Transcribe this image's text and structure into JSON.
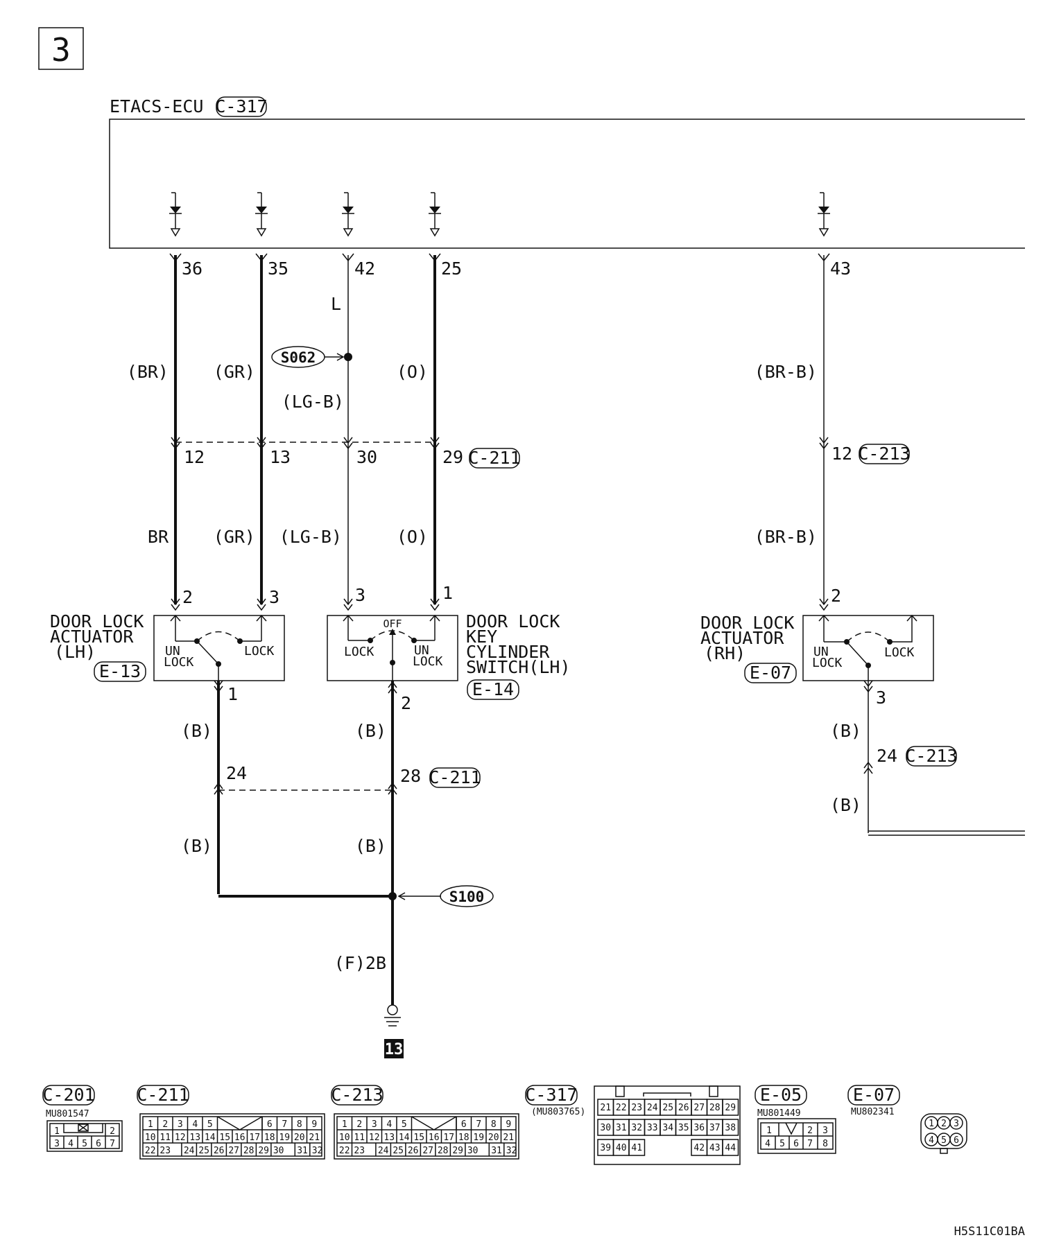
{
  "page": {
    "section_number": "3",
    "footer_code": "H5S11C01BA"
  },
  "ecu": {
    "title": "ETACS-ECU",
    "connector": "C-317"
  },
  "wires": {
    "w36": {
      "top_pin": "36",
      "upper_color": "(BR)",
      "mid_pin": "12",
      "lower_color": "BR",
      "dev_pin": "2"
    },
    "w35": {
      "top_pin": "35",
      "upper_color": "(GR)",
      "mid_pin": "13",
      "lower_color": "(GR)",
      "dev_pin": "3"
    },
    "w42": {
      "top_pin": "42",
      "upper_color": "L",
      "splice_color": "(LG-B)",
      "mid_pin": "30",
      "lower_color": "(LG-B)",
      "dev_pin": "3"
    },
    "w25": {
      "top_pin": "25",
      "upper_color": "(O)",
      "mid_pin": "29",
      "mid_connector": "C-211",
      "lower_color": "(O)",
      "dev_pin": "1"
    },
    "w43": {
      "top_pin": "43",
      "upper_color": "(BR-B)",
      "mid_pin": "12",
      "mid_connector": "C-213",
      "lower_color": "(BR-B)",
      "dev_pin": "2"
    }
  },
  "splices": {
    "s062": "S062",
    "s100": "S100"
  },
  "devices": {
    "lh_actuator": {
      "line1": "DOOR LOCK",
      "line2": "ACTUATOR",
      "line3": "(LH)",
      "connector": "E-13",
      "unlock1": "UN",
      "unlock2": "LOCK",
      "lock": "LOCK",
      "bottom_pin": "1"
    },
    "key_switch": {
      "line1": "DOOR LOCK",
      "line2": "KEY",
      "line3": "CYLINDER",
      "line4": "SWITCH(LH)",
      "connector": "E-14",
      "off": "OFF",
      "lock": "LOCK",
      "unlock1": "UN",
      "unlock2": "LOCK",
      "bottom_pin": "2"
    },
    "rh_actuator": {
      "line1": "DOOR LOCK",
      "line2": "ACTUATOR",
      "line3": "(RH)",
      "connector": "E-07",
      "unlock1": "UN",
      "unlock2": "LOCK",
      "lock": "LOCK",
      "bottom_pin": "3"
    }
  },
  "ground": {
    "lh_pin": "24",
    "sw_pin": "28",
    "connector": "C-211",
    "colors": {
      "a": "(B)",
      "b": "(B)",
      "c": "(B)",
      "d": "(B)"
    },
    "ground_wire": "(F)2B",
    "ground_point": "13",
    "rh_color_upper": "(B)",
    "rh_pin": "24",
    "rh_connector": "C-213",
    "rh_color_lower": "(B)"
  },
  "connectors": {
    "c201": {
      "name": "C-201",
      "part": "MU801547",
      "rows": [
        [
          "1",
          "",
          "2"
        ],
        [
          "3",
          "4",
          "5",
          "6",
          "7"
        ]
      ]
    },
    "c211": {
      "name": "C-211",
      "rows": [
        [
          "1",
          "2",
          "3",
          "4",
          "5",
          "6",
          "7",
          "8",
          "9"
        ],
        [
          "10",
          "11",
          "12",
          "13",
          "14",
          "15",
          "16",
          "17",
          "18",
          "19",
          "20",
          "21"
        ],
        [
          "22",
          "23",
          "24",
          "25",
          "26",
          "27",
          "28",
          "29",
          "30",
          "31",
          "32"
        ]
      ]
    },
    "c213": {
      "name": "C-213",
      "rows": [
        [
          "1",
          "2",
          "3",
          "4",
          "5",
          "6",
          "7",
          "8",
          "9"
        ],
        [
          "10",
          "11",
          "12",
          "13",
          "14",
          "15",
          "16",
          "17",
          "18",
          "19",
          "20",
          "21"
        ],
        [
          "22",
          "23",
          "24",
          "25",
          "26",
          "27",
          "28",
          "29",
          "30",
          "31",
          "32"
        ]
      ]
    },
    "c317": {
      "name": "C-317",
      "part": "(MU803765)",
      "rows": [
        [
          "21",
          "22",
          "23",
          "24",
          "25",
          "26",
          "27",
          "28",
          "29"
        ],
        [
          "30",
          "31",
          "32",
          "33",
          "34",
          "35",
          "36",
          "37",
          "38"
        ],
        [
          "39",
          "40",
          "41",
          "",
          "",
          "",
          "42",
          "43",
          "44"
        ]
      ]
    },
    "e05": {
      "name": "E-05",
      "part": "MU801449",
      "rows": [
        [
          "1",
          "",
          "2",
          "3"
        ],
        [
          "4",
          "5",
          "6",
          "7",
          "8"
        ]
      ]
    },
    "e07": {
      "name": "E-07",
      "part": "MU802341",
      "rows": [
        [
          "1",
          "2",
          "3"
        ],
        [
          "4",
          "5",
          "6"
        ]
      ]
    }
  }
}
